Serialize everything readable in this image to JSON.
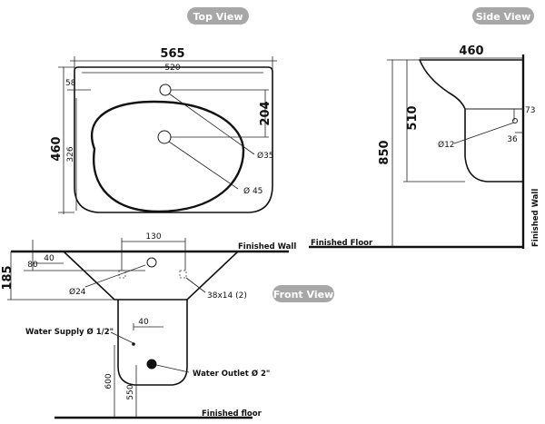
{
  "views": {
    "top": "Top View",
    "side": "Side View",
    "front": "Front View"
  },
  "top_view": {
    "width_overall": "565",
    "width_inner": "520",
    "height_overall": "460",
    "height_inner": "326",
    "tap_offset": "58",
    "tap_to_drain": "204",
    "tap_hole": "Ø35",
    "drain_hole": "Ø 45"
  },
  "side_view": {
    "depth": "460",
    "basin_height": "510",
    "total_height": "850",
    "offset_a": "73",
    "offset_b": "36",
    "hole": "Ø12",
    "finished_floor": "Finished Floor",
    "finished_wall": "Finished Wall"
  },
  "front_view": {
    "finished_wall": "Finished Wall",
    "height": "185",
    "offset_40": "40",
    "offset_80": "80",
    "spacing_130": "130",
    "hole": "Ø24",
    "fixing_slots": "38x14 (2)",
    "offset_40b": "40",
    "water_supply": "Water Supply Ø 1/2\"",
    "water_outlet": "Water Outlet Ø 2\"",
    "supply_height": "600",
    "outlet_height": "550",
    "finished_floor": "Finished floor"
  }
}
